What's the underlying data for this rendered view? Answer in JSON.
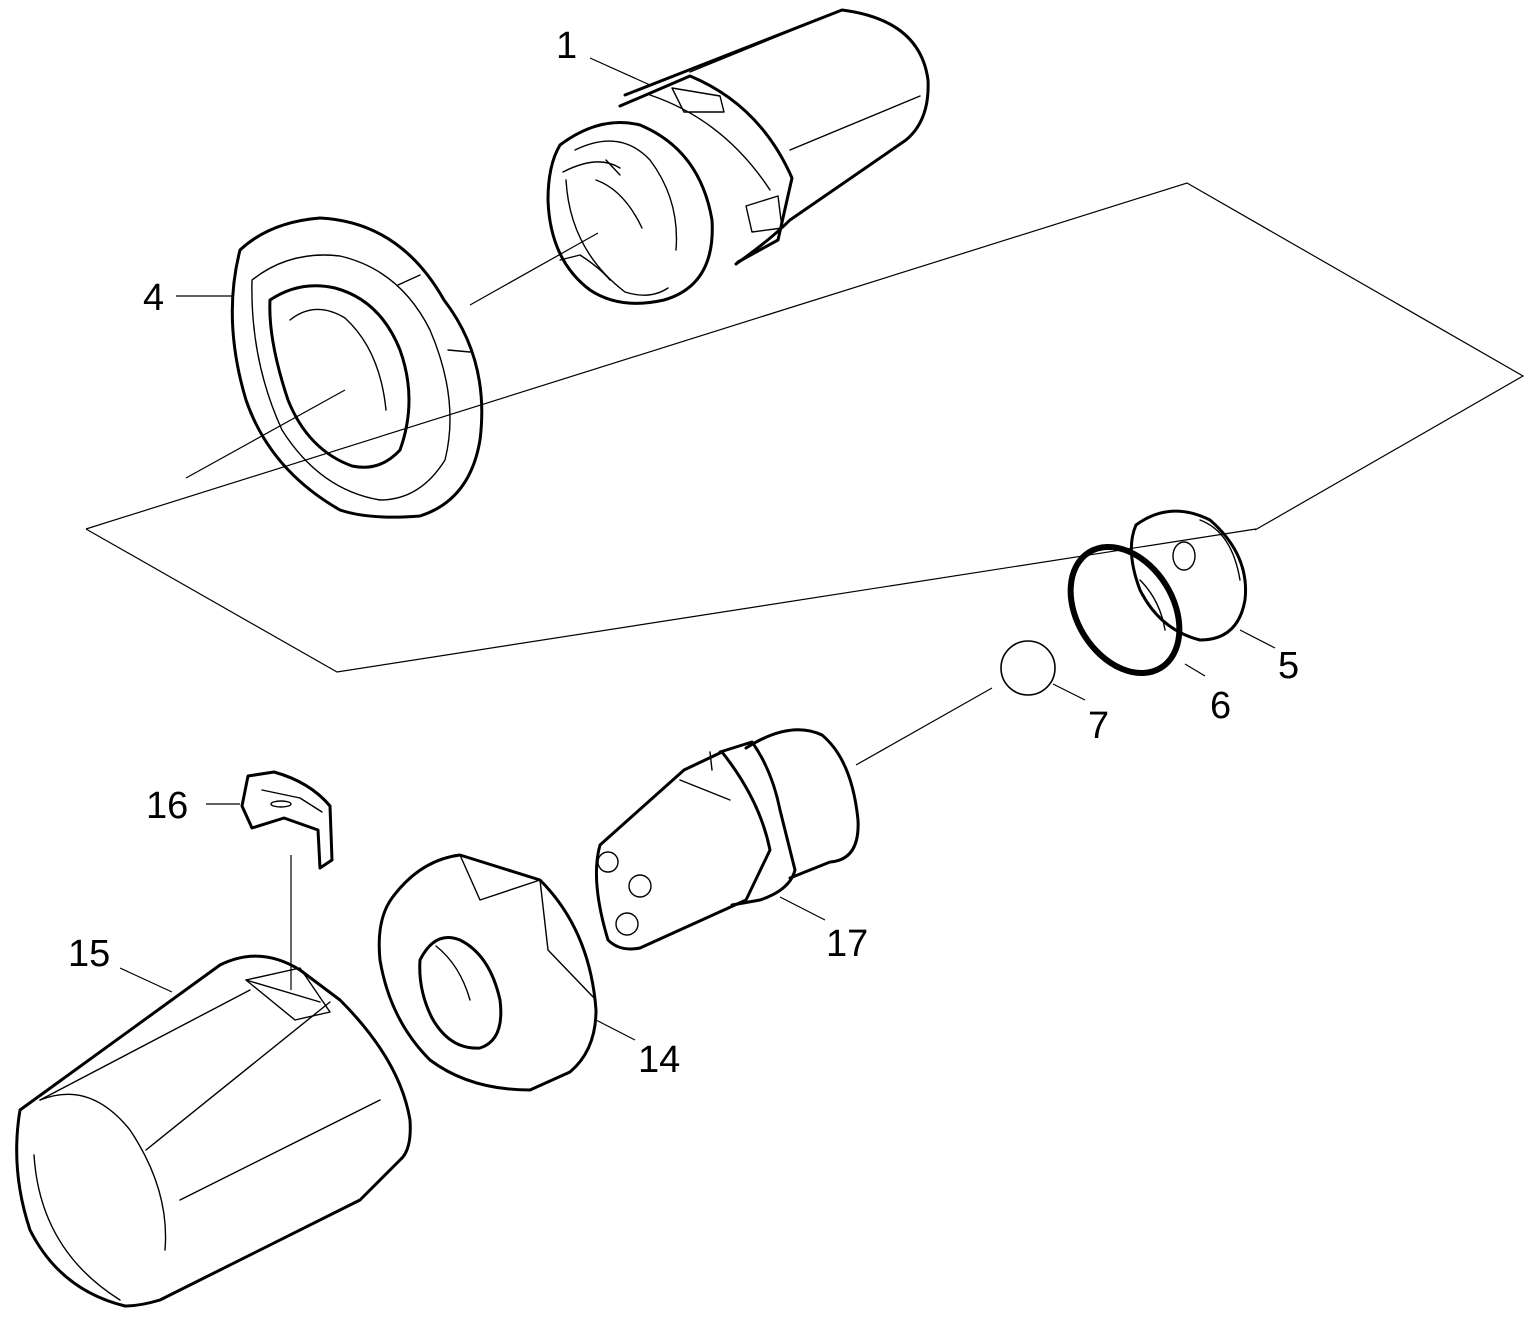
{
  "diagram": {
    "callouts": {
      "c1": "1",
      "c4": "4",
      "c5": "5",
      "c6": "6",
      "c7": "7",
      "c14": "14",
      "c15": "15",
      "c16": "16",
      "c17": "17"
    }
  }
}
